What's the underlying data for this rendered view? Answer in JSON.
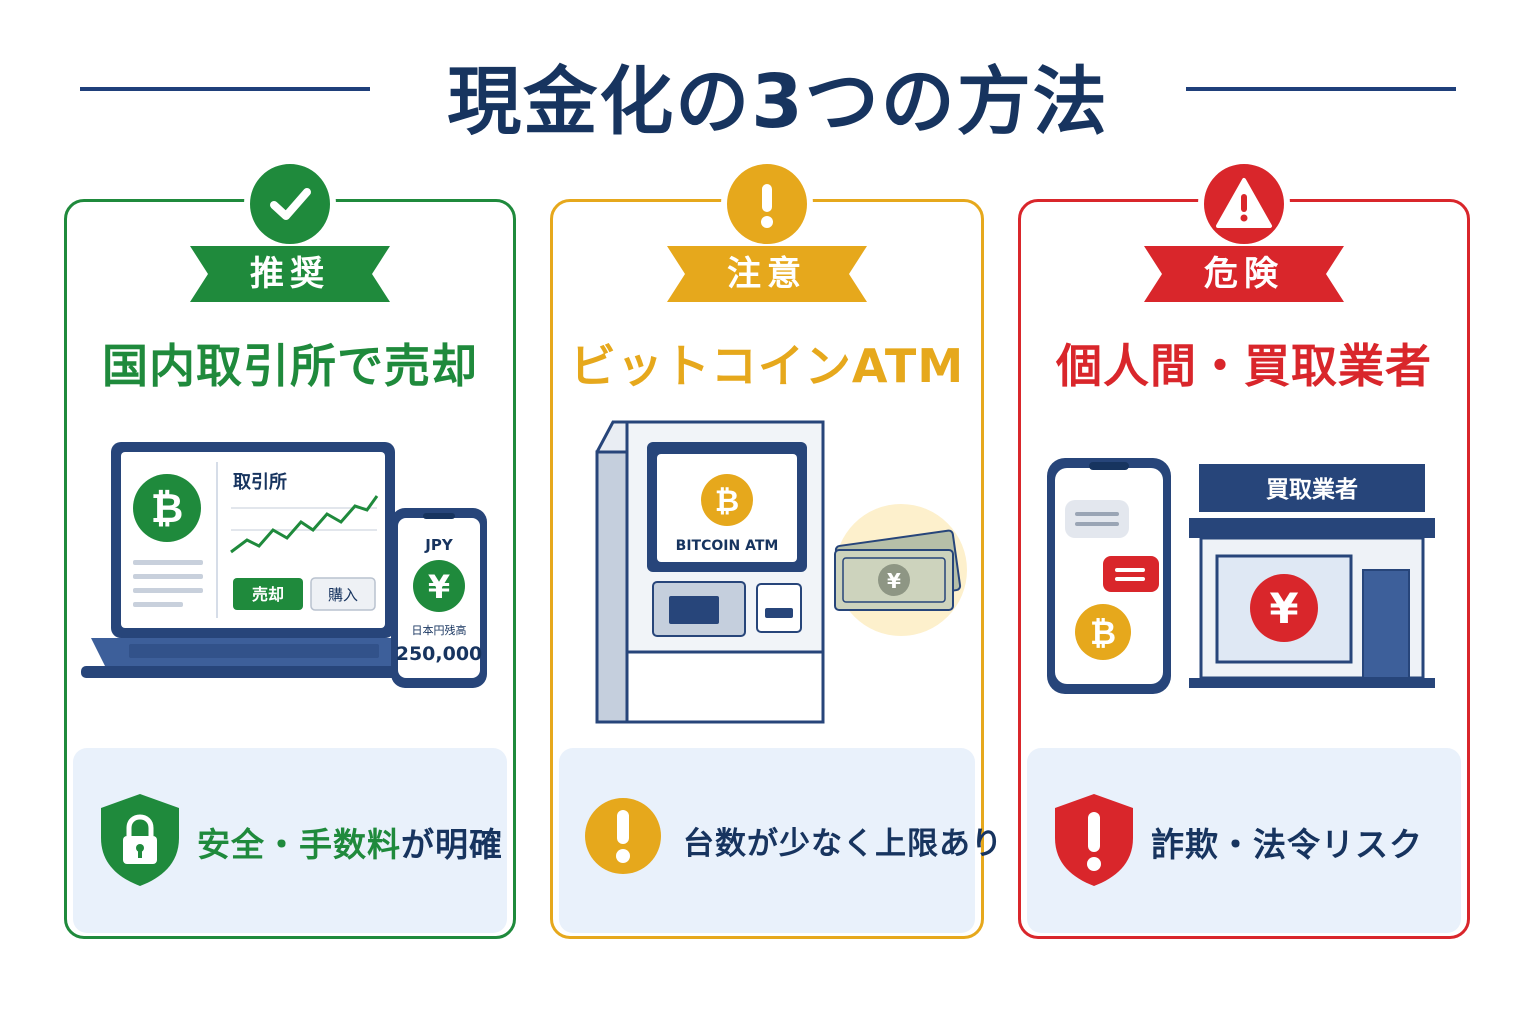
{
  "title": "現金化の3つの方法",
  "colors": {
    "navy": "#17345f",
    "green": "#1f8a3c",
    "orange": "#e6a81c",
    "red": "#d9262b",
    "panel_bg": "#e9f1fb"
  },
  "cards": [
    {
      "status_icon": "check-icon",
      "badge": "推奨",
      "heading": "国内取引所で売却",
      "illustration": {
        "laptop_title": "取引所",
        "sell_label": "売却",
        "buy_label": "購入",
        "phone_currency": "JPY",
        "phone_yen": "¥",
        "phone_balance_label": "日本円残高",
        "phone_balance": "250,000"
      },
      "bottom_icon": "shield-lock-icon",
      "bottom_text_highlight": "安全・手数料",
      "bottom_text_rest": "が明確"
    },
    {
      "status_icon": "exclamation-icon",
      "badge": "注意",
      "heading": "ビットコインATM",
      "illustration": {
        "atm_screen_label": "BITCOIN ATM",
        "bill_yen": "¥"
      },
      "bottom_icon": "exclamation-circle-icon",
      "bottom_text": "台数が少なく上限あり"
    },
    {
      "status_icon": "warning-triangle-icon",
      "badge": "危険",
      "heading": "個人間・買取業者",
      "illustration": {
        "shop_sign": "買取業者",
        "shop_yen": "¥"
      },
      "bottom_icon": "shield-exclamation-icon",
      "bottom_text": "詐欺・法令リスク"
    }
  ]
}
